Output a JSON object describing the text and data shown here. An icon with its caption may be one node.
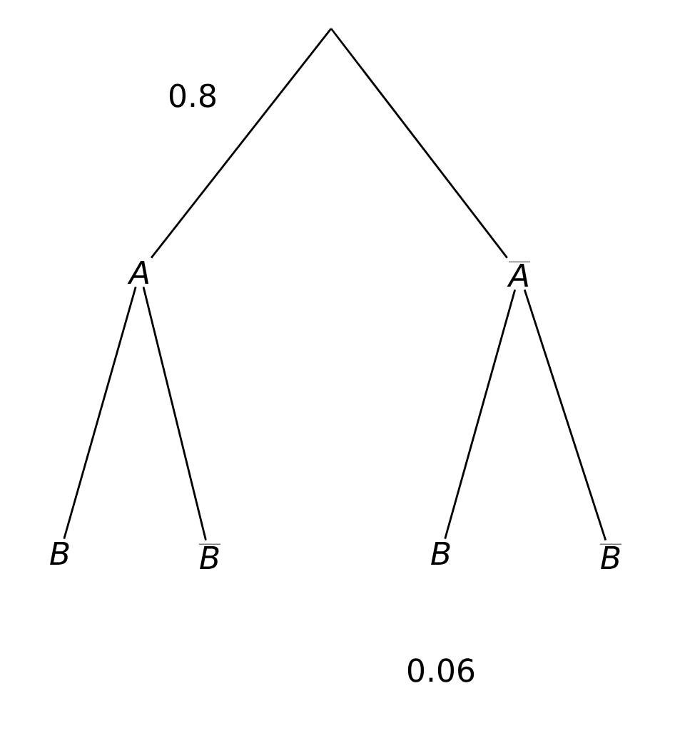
{
  "diagram": {
    "nodes": [
      {
        "text": [
          "A"
        ]
      },
      {
        "text": [
          "\\overline{A}"
        ]
      },
      {
        "text": [
          "B"
        ]
      },
      {
        "text": [
          "\\overline{B}"
        ]
      },
      {
        "text": [
          "B"
        ]
      },
      {
        "text": [
          "\\overline{B}"
        ]
      }
    ],
    "edges": [
      {
        "from": null,
        "to": 0,
        "arrow": "none"
      },
      {
        "from": null,
        "to": 1,
        "arrow": "none"
      },
      {
        "from": 0,
        "to": 2,
        "arrow": "none"
      },
      {
        "from": 0,
        "to": 3,
        "arrow": "none"
      },
      {
        "from": 1,
        "to": 4,
        "arrow": "none"
      },
      {
        "from": 1,
        "to": 5,
        "arrow": "none"
      }
    ],
    "labels": [
      "0.8",
      "0.06"
    ]
  }
}
